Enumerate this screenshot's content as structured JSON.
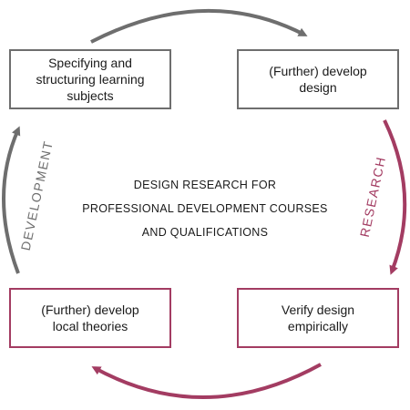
{
  "boxes": {
    "specify": "Specifying and\nstructuring learning\nsubjects",
    "develop_design": "(Further) develop\ndesign",
    "verify": "Verify design\nempirically",
    "local_theories": "(Further) develop\nlocal theories"
  },
  "center": {
    "title": "DESIGN RESEARCH FOR\nPROFESSIONAL DEVELOPMENT COURSES\nAND QUALIFICATIONS"
  },
  "labels": {
    "development": "DEVELOPMENT",
    "research": "RESEARCH"
  },
  "colors": {
    "development": "#6e6e6e",
    "research": "#a33c62",
    "text": "#1a1a1a"
  },
  "arrows": [
    {
      "name": "top-arrow",
      "from": "specify",
      "to": "develop_design",
      "color": "#6e6e6e"
    },
    {
      "name": "right-arrow",
      "from": "develop_design",
      "to": "verify",
      "color": "#a33c62"
    },
    {
      "name": "bottom-arrow",
      "from": "verify",
      "to": "local_theories",
      "color": "#a33c62"
    },
    {
      "name": "left-arrow",
      "from": "local_theories",
      "to": "specify",
      "color": "#6e6e6e"
    }
  ]
}
